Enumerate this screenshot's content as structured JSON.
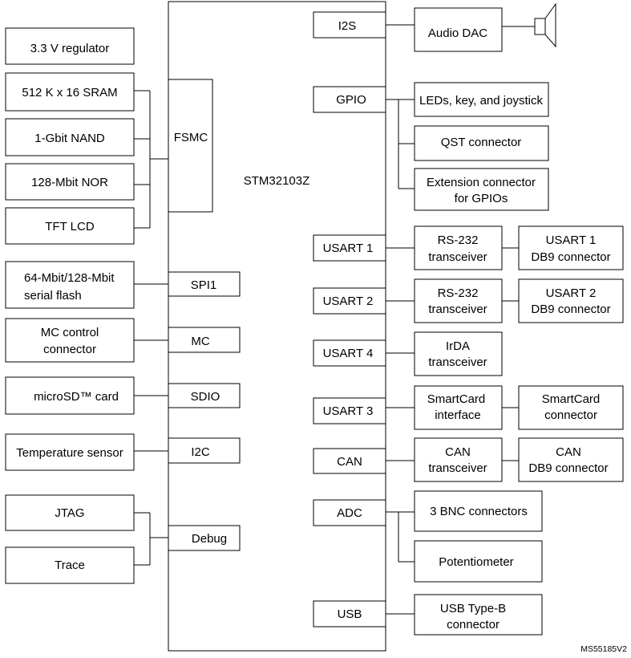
{
  "diagram": {
    "mcu": "STM32103Z",
    "reference": "MS55185V2",
    "left_peripherals": {
      "regulator": "3.3 V regulator",
      "sram": "512 K x 16 SRAM",
      "nand": "1-Gbit NAND",
      "nor": "128-Mbit NOR",
      "tft": "TFT LCD",
      "flash": [
        "64-Mbit/128-Mbit",
        "serial flash"
      ],
      "mc_connector": [
        "MC control",
        "connector"
      ],
      "microsd": "microSD™ card",
      "temp_sensor": "Temperature sensor",
      "jtag": "JTAG",
      "trace": "Trace"
    },
    "left_ports": {
      "fsmc": "FSMC",
      "spi1": "SPI1",
      "mc": "MC",
      "sdio": "SDIO",
      "i2c": "I2C",
      "debug": "Debug"
    },
    "right_ports": {
      "i2s": "I2S",
      "gpio": "GPIO",
      "usart1": "USART 1",
      "usart2": "USART 2",
      "usart4": "USART 4",
      "usart3": "USART 3",
      "can": "CAN",
      "adc": "ADC",
      "usb": "USB"
    },
    "right_devices": {
      "audio_dac": "Audio DAC",
      "leds": "LEDs, key, and joystick",
      "qst": "QST connector",
      "ext": [
        "Extension connector",
        "for GPIOs"
      ],
      "rs232_1": [
        "RS-232",
        "transceiver"
      ],
      "db9_1": [
        "USART 1",
        "DB9 connector"
      ],
      "rs232_2": [
        "RS-232",
        "transceiver"
      ],
      "db9_2": [
        "USART 2",
        "DB9 connector"
      ],
      "irda": [
        "IrDA",
        "transceiver"
      ],
      "smartcard_if": [
        "SmartCard",
        "interface"
      ],
      "smartcard_conn": [
        "SmartCard",
        "connector"
      ],
      "can_tx": [
        "CAN",
        "transceiver"
      ],
      "can_db9": [
        "CAN",
        "DB9 connector"
      ],
      "bnc": "3 BNC connectors",
      "pot": "Potentiometer",
      "usb_b": [
        "USB Type-B",
        "connector"
      ]
    }
  }
}
